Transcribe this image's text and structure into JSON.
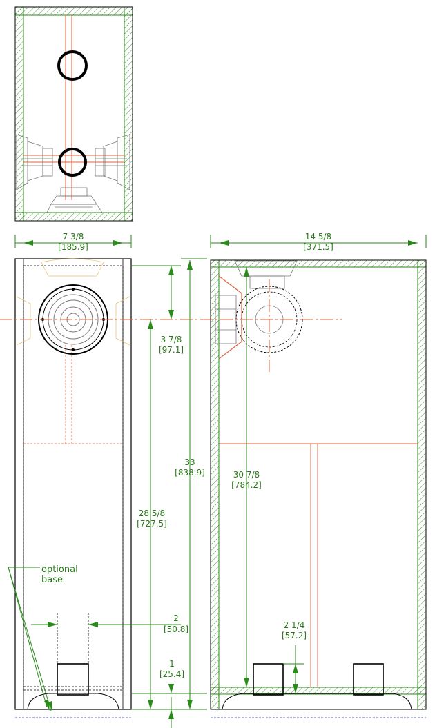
{
  "dimensions": {
    "width_front": {
      "imperial": "7 3/8",
      "metric": "[185.9]"
    },
    "depth": {
      "imperial": "14 5/8",
      "metric": "[371.5]"
    },
    "driver_top_offset": {
      "imperial": "3 7/8",
      "metric": "[97.1]"
    },
    "overall_height": {
      "imperial": "33",
      "metric": "[838.9]"
    },
    "driver_center_height": {
      "imperial": "28 5/8",
      "metric": "[727.5]"
    },
    "internal_height": {
      "imperial": "30 7/8",
      "metric": "[784.2]"
    },
    "port_diameter": {
      "imperial": "2",
      "metric": "[50.8]"
    },
    "port_height": {
      "imperial": "2 1/4",
      "metric": "[57.2]"
    },
    "base_height": {
      "imperial": "1",
      "metric": "[25.4]"
    }
  },
  "notes": {
    "optional_base_line1": "optional",
    "optional_base_line2": "base"
  }
}
